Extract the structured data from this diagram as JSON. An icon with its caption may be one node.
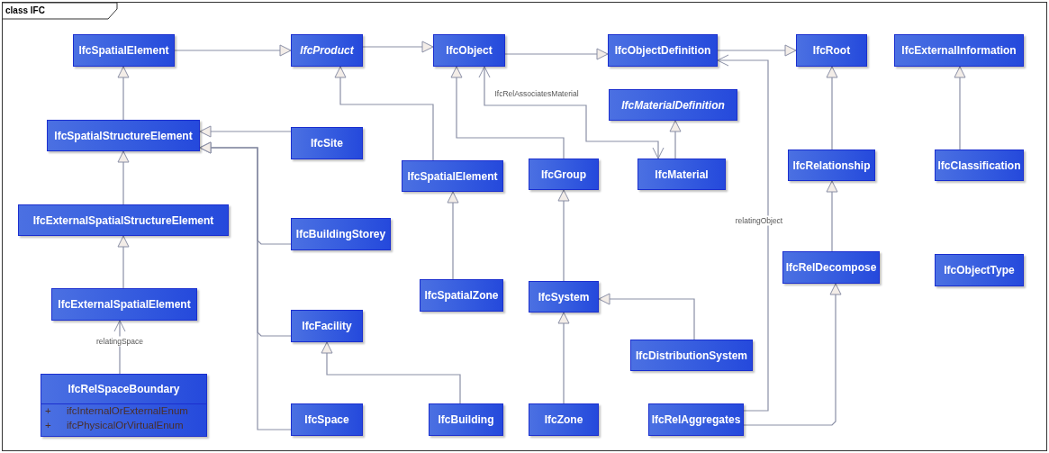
{
  "diagram": {
    "title": "class IFC",
    "nodes": [
      {
        "text": [
          "IfcSpatialElement"
        ]
      },
      {
        "text": [
          "IfcProduct"
        ]
      },
      {
        "text": [
          "IfcObject"
        ]
      },
      {
        "text": [
          "IfcObjectDefinition"
        ]
      },
      {
        "text": [
          "IfcRoot"
        ]
      },
      {
        "text": [
          "IfcExternalInformation"
        ]
      },
      {
        "text": [
          "IfcSpatialStructureElement"
        ]
      },
      {
        "text": [
          "IfcSite"
        ]
      },
      {
        "text": [
          "IfcMaterialDefinition"
        ]
      },
      {
        "text": [
          "IfcSpatialElement"
        ]
      },
      {
        "text": [
          "IfcGroup"
        ]
      },
      {
        "text": [
          "IfcMaterial"
        ]
      },
      {
        "text": [
          "IfcRelationship"
        ]
      },
      {
        "text": [
          "IfcClassification"
        ]
      },
      {
        "text": [
          "IfcExternalSpatialStructureElement"
        ]
      },
      {
        "text": [
          "IfcBuildingStorey"
        ]
      },
      {
        "text": [
          "IfcSpatialZone"
        ]
      },
      {
        "text": [
          "IfcSystem"
        ]
      },
      {
        "text": [
          "IfcRelDecompose"
        ]
      },
      {
        "text": [
          "IfcObjectType"
        ]
      },
      {
        "text": [
          "IfcExternalSpatialElement"
        ]
      },
      {
        "text": [
          "IfcFacility"
        ]
      },
      {
        "text": [
          "IfcDistributionSystem"
        ]
      },
      {
        "text": [
          "IfcRelSpaceBoundary",
          "+",
          "ifcInternalOrExternalEnum",
          "+",
          "ifcPhysicalOrVirtualEnum"
        ]
      },
      {
        "text": [
          "IfcSpace"
        ]
      },
      {
        "text": [
          "IfcBuilding"
        ]
      },
      {
        "text": [
          "IfcZone"
        ]
      },
      {
        "text": [
          "IfcRelAggregates"
        ]
      }
    ],
    "edges": [
      {
        "from": 0,
        "to": 1,
        "arrow": "to"
      },
      {
        "from": 1,
        "to": 2,
        "arrow": "to"
      },
      {
        "from": 2,
        "to": 3,
        "arrow": "to"
      },
      {
        "from": 3,
        "to": 4,
        "arrow": "to"
      },
      {
        "from": 6,
        "to": 0,
        "arrow": "to"
      },
      {
        "from": 7,
        "to": 6,
        "arrow": "to"
      },
      {
        "from": 15,
        "to": 6,
        "arrow": "to"
      },
      {
        "from": 21,
        "to": 6,
        "arrow": "to"
      },
      {
        "from": 24,
        "to": 6,
        "arrow": "to"
      },
      {
        "from": 14,
        "to": 6,
        "arrow": "to"
      },
      {
        "from": 20,
        "to": 14,
        "arrow": "to"
      },
      {
        "from": 23,
        "to": 20,
        "arrow": "to",
        "label": "relatingSpace"
      },
      {
        "from": 9,
        "to": 1,
        "arrow": "to"
      },
      {
        "from": 10,
        "to": 2,
        "arrow": "to"
      },
      {
        "from": 2,
        "to": 11,
        "arrow": "both",
        "label": "IfcRelAssociatesMaterial"
      },
      {
        "from": 11,
        "to": 8,
        "arrow": "to"
      },
      {
        "from": 16,
        "to": 9,
        "arrow": "to"
      },
      {
        "from": 17,
        "to": 10,
        "arrow": "to"
      },
      {
        "from": 26,
        "to": 17,
        "arrow": "to"
      },
      {
        "from": 22,
        "to": 17,
        "arrow": "to"
      },
      {
        "from": 25,
        "to": 21,
        "arrow": "to"
      },
      {
        "from": 12,
        "to": 4,
        "arrow": "to"
      },
      {
        "from": 18,
        "to": 12,
        "arrow": "to"
      },
      {
        "from": 13,
        "to": 5,
        "arrow": "to"
      },
      {
        "from": 27,
        "to": 3,
        "arrow": "to",
        "label": "relatingObject"
      },
      {
        "from": 27,
        "to": 18,
        "arrow": "to"
      }
    ]
  }
}
